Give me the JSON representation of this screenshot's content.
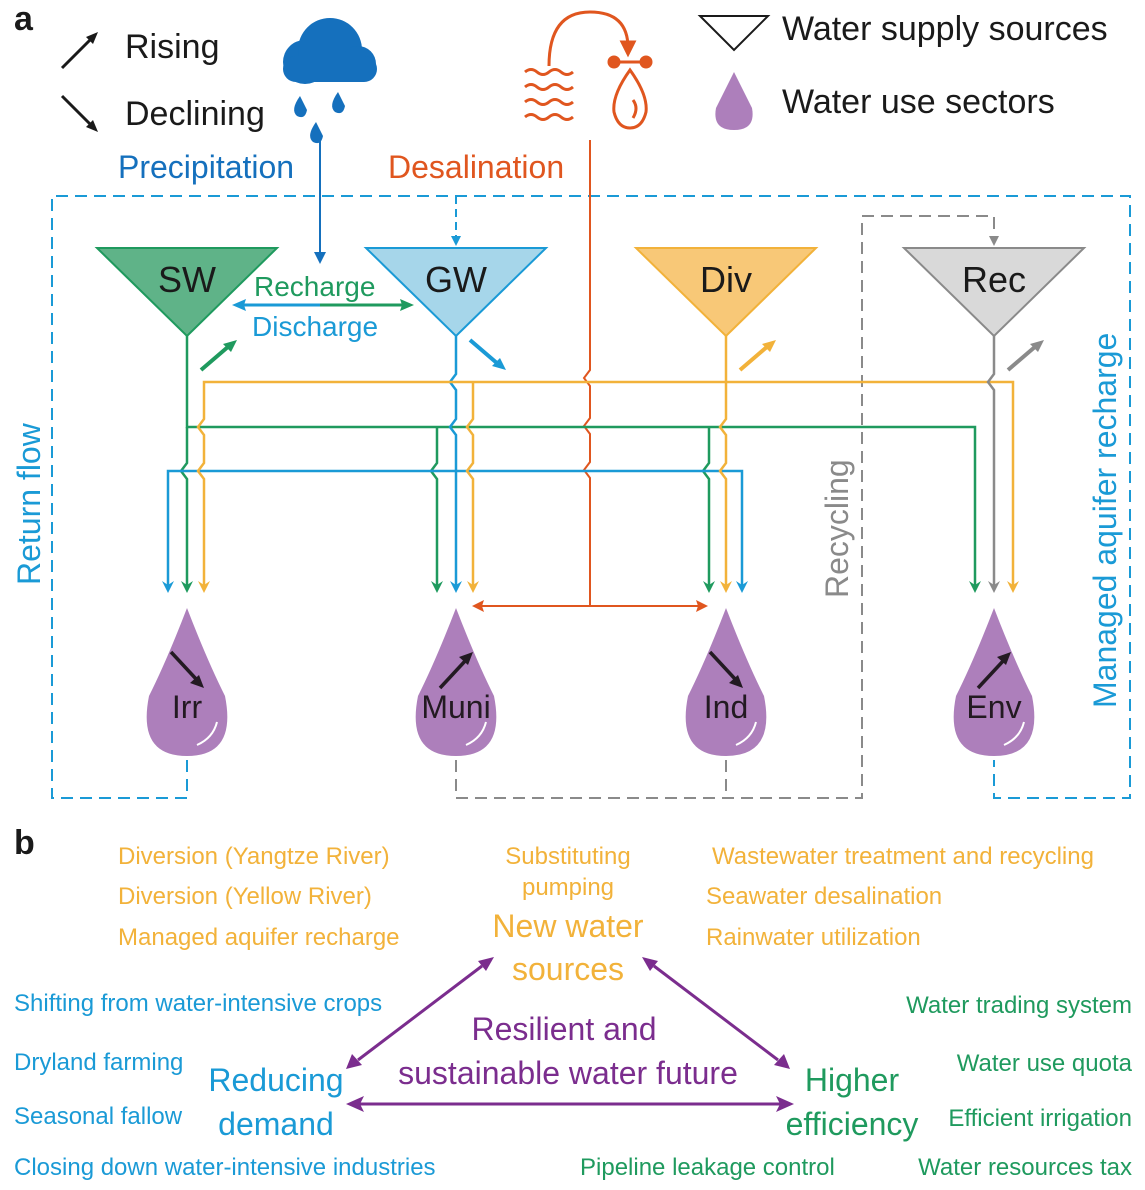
{
  "colors": {
    "sw": "#1f9a5e",
    "sw_fill": "#5fb388",
    "gw": "#1a9ad6",
    "gw_fill": "#a6d6ea",
    "div": "#f2b23a",
    "div_fill": "#f8c877",
    "rec": "#8a8a8a",
    "rec_fill": "#d9d9d9",
    "precip": "#1570bd",
    "desal": "#e0561f",
    "sector": "#ad7fbb",
    "purple": "#7b2d8e",
    "ink": "#1a1a1a"
  },
  "panel_a": {
    "label": "a",
    "legend": {
      "rising": "Rising",
      "declining": "Declining",
      "supply": "Water supply sources",
      "use": "Water use sectors"
    },
    "inputs": {
      "precipitation": "Precipitation",
      "desalination": "Desalination"
    },
    "sources": [
      {
        "id": "sw",
        "name": "SW",
        "trend": "rising"
      },
      {
        "id": "gw",
        "name": "GW",
        "trend": "declining"
      },
      {
        "id": "div",
        "name": "Div",
        "trend": "rising"
      },
      {
        "id": "rec",
        "name": "Rec",
        "trend": "rising"
      }
    ],
    "exchange": {
      "recharge": "Recharge",
      "discharge": "Discharge"
    },
    "sectors": [
      {
        "id": "irr",
        "name": "Irr",
        "trend": "declining"
      },
      {
        "id": "muni",
        "name": "Muni",
        "trend": "rising"
      },
      {
        "id": "ind",
        "name": "Ind",
        "trend": "declining"
      },
      {
        "id": "env",
        "name": "Env",
        "trend": "rising"
      }
    ],
    "loops": {
      "return_flow": "Return flow",
      "recycling": "Recycling",
      "mar": "Managed aquifer recharge"
    }
  },
  "panel_b": {
    "label": "b",
    "center": [
      "Resilient and",
      "sustainable water future"
    ],
    "new_sources": {
      "title": [
        "New water",
        "sources"
      ],
      "left_items": [
        "Diversion (Yangtze River)",
        "Diversion (Yellow River)",
        "Managed aquifer recharge"
      ],
      "top_item": [
        "Substituting",
        "pumping"
      ],
      "right_items": [
        "Wastewater treatment and recycling",
        "Seawater desalination",
        "Rainwater utilization"
      ]
    },
    "reducing_demand": {
      "title": [
        "Reducing",
        "demand"
      ],
      "items": [
        "Shifting from water-intensive crops",
        "Dryland farming",
        "Seasonal fallow",
        "Closing down water-intensive industries"
      ]
    },
    "higher_efficiency": {
      "title": [
        "Higher",
        "efficiency"
      ],
      "items": [
        "Water trading system",
        "Water use quota",
        "Efficient irrigation",
        "Pipeline leakage control",
        "Water resources tax"
      ]
    }
  }
}
